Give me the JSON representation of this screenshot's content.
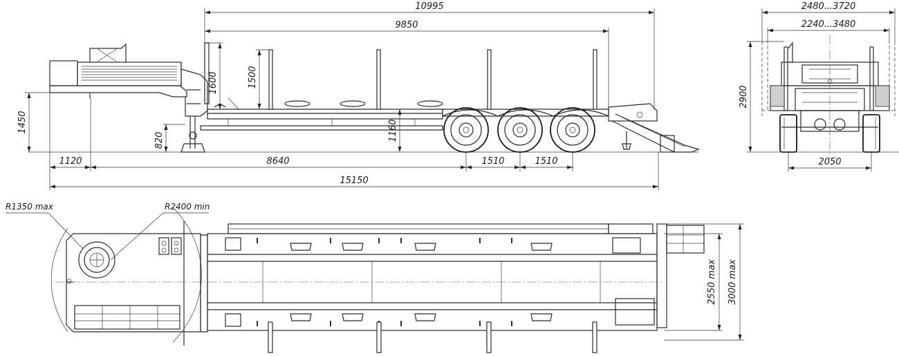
{
  "side_view": {
    "overall_length_top": "10995",
    "deck_length": "9850",
    "stake_height": "1500",
    "gooseneck_height": "1600",
    "coupling_height": "1450",
    "deck_height": "1160",
    "support_height": "820",
    "front_overhang": "1120",
    "kingpin_to_axle": "8640",
    "axle_spacing_1": "1510",
    "axle_spacing_2": "1510",
    "overall_length": "15150"
  },
  "rear_view": {
    "width_range_outer": "2480...3720",
    "width_range_inner": "2240...3480",
    "overall_height": "2900",
    "track_width": "2050"
  },
  "top_view": {
    "front_radius": "R1350 max",
    "turning_radius": "R2400 min",
    "inner_width": "2550 max",
    "outer_width": "3000 max"
  }
}
